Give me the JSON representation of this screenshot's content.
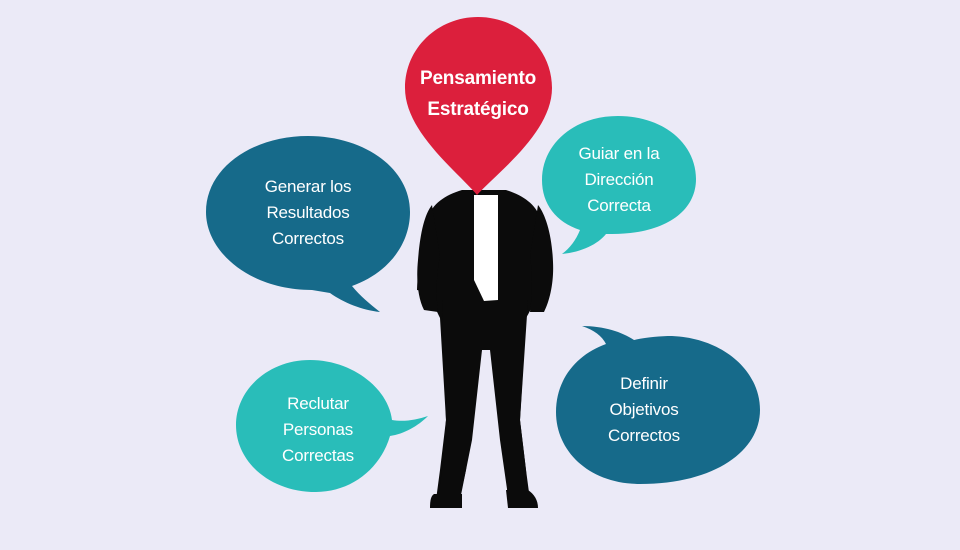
{
  "colors": {
    "background": "#ebeaf7",
    "pin": "#dc1f3c",
    "bubble_dark": "#166a8a",
    "bubble_teal": "#29bdb9",
    "silhouette": "#0b0b0b",
    "shirt": "#ffffff"
  },
  "central": {
    "icon": "map-pin-icon",
    "lines": [
      "Pensamiento",
      "Estratégico"
    ]
  },
  "bubbles": [
    {
      "id": "generar",
      "lines": [
        "Generar los",
        "Resultados",
        "Correctos"
      ]
    },
    {
      "id": "guiar",
      "lines": [
        "Guiar en la",
        "Dirección",
        "Correcta"
      ]
    },
    {
      "id": "reclutar",
      "lines": [
        "Reclutar",
        "Personas",
        "Correctas"
      ]
    },
    {
      "id": "definir",
      "lines": [
        "Definir",
        "Objetivos",
        "Correctos"
      ]
    }
  ],
  "figure": {
    "icon": "businessman-silhouette-icon"
  }
}
